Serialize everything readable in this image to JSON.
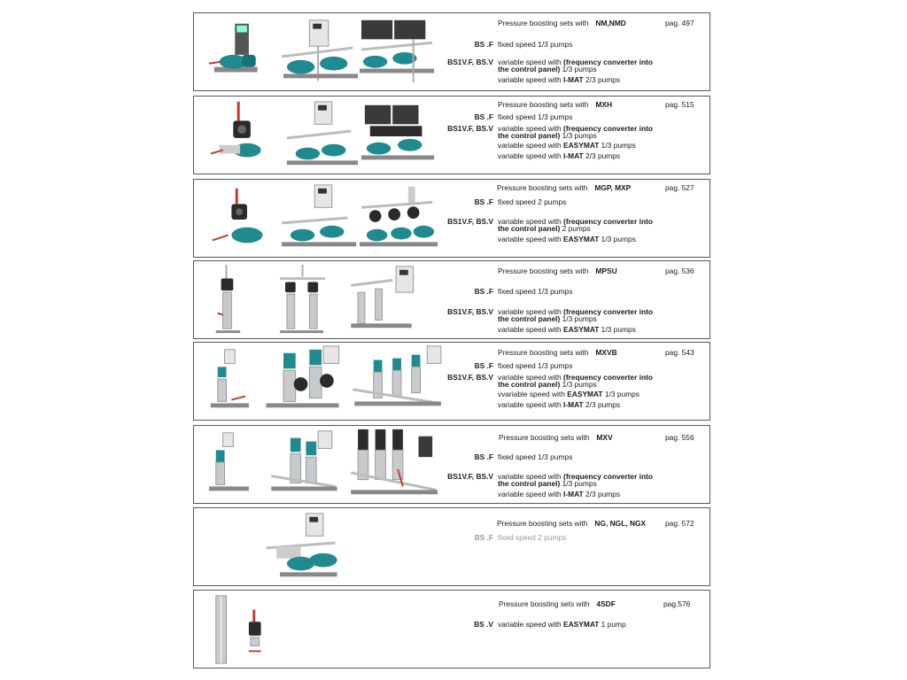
{
  "sections": [
    {
      "prefix": "Pressure boosting sets with",
      "series": "NM,NMD",
      "page": "pag. 497",
      "rows": [
        {
          "code": "BS .F",
          "a": "fixed speed  1/3 pumps",
          "b": "",
          "c": ""
        },
        {
          "code": "BS1V.F, BS.V",
          "a": "variable speed with ",
          "b": "(frequency converter into",
          "c": ""
        },
        {
          "code": "",
          "a": "",
          "b": "the control panel)",
          "c": " 1/3 pumps"
        },
        {
          "code": "",
          "a": "variable speed with ",
          "b": "I-MAT",
          "c": " 2/3 pumps"
        }
      ]
    },
    {
      "prefix": "Pressure boosting sets with",
      "series": "MXH",
      "page": "pag. 515",
      "rows": [
        {
          "code": "BS .F",
          "a": "fixed speed  1/3 pumps",
          "b": "",
          "c": ""
        },
        {
          "code": "BS1V.F, BS.V",
          "a": "variable speed with ",
          "b": "(frequency converter into",
          "c": ""
        },
        {
          "code": "",
          "a": "",
          "b": "the control panel)",
          "c": "  1/3 pumps"
        },
        {
          "code": "",
          "a": "variable speed with ",
          "b": "EASYMAT",
          "c": "  1/3 pumps"
        },
        {
          "code": "",
          "a": "variable speed with ",
          "b": "I-MAT",
          "c": " 2/3 pumps"
        }
      ]
    },
    {
      "prefix": "Pressure boosting sets with",
      "series": "MGP, MXP",
      "page": "pag. 527",
      "rows": [
        {
          "code": "BS .F",
          "a": "fixed speed  2 pumps",
          "b": "",
          "c": ""
        },
        {
          "code": "BS1V.F, BS.V",
          "a": "variable speed with ",
          "b": "(frequency converter into",
          "c": ""
        },
        {
          "code": "",
          "a": "",
          "b": "the control panel)",
          "c": "  2 pumps"
        },
        {
          "code": "",
          "a": "variable speed with ",
          "b": "EASYMAT",
          "c": "  1/3 pumps"
        }
      ]
    },
    {
      "prefix": "Pressure boosting sets with",
      "series": "MPSU",
      "page": "pag. 536",
      "rows": [
        {
          "code": "BS .F",
          "a": "fixed speed  1/3 pumps",
          "b": "",
          "c": ""
        },
        {
          "code": "BS1V.F, BS.V",
          "a": "variable speed with ",
          "b": "(frequency converter into",
          "c": ""
        },
        {
          "code": "",
          "a": "",
          "b": "the control panel)",
          "c": "  1/3 pumps"
        },
        {
          "code": "",
          "a": "variable speed with ",
          "b": "EASYMAT",
          "c": "  1/3 pumps"
        }
      ]
    },
    {
      "prefix": "Pressure boosting sets with",
      "series": "MXVB",
      "page": "pag. 543",
      "rows": [
        {
          "code": "BS .F",
          "a": "fixed speed  1/3 pumps",
          "b": "",
          "c": ""
        },
        {
          "code": "BS1V.F, BS.V",
          "a": "variable speed with ",
          "b": "(frequency converter into",
          "c": ""
        },
        {
          "code": "",
          "a": "",
          "b": "the control panel)",
          "c": "  1/3 pumps"
        },
        {
          "code": "",
          "a": "vvariable speed with ",
          "b": "EASYMAT",
          "c": "  1/3 pumps"
        },
        {
          "code": "",
          "a": "variable speed with ",
          "b": "I-MAT",
          "c": " 2/3 pumps"
        }
      ]
    },
    {
      "prefix": "Pressure boosting sets with",
      "series": "MXV",
      "page": "pag. 556",
      "rows": [
        {
          "code": "BS .F",
          "a": "fixed speed  1/3 pumps",
          "b": "",
          "c": ""
        },
        {
          "code": "BS1V.F, BS.V",
          "a": "variable speed with ",
          "b": "(frequency converter into",
          "c": ""
        },
        {
          "code": "",
          "a": "",
          "b": "the control panel)",
          "c": " 1/3 pumps"
        },
        {
          "code": "",
          "a": "variable speed with ",
          "b": "I-MAT",
          "c": " 2/3 pumps"
        }
      ]
    },
    {
      "prefix": "Pressure boosting sets with",
      "series": "NG, NGL, NGX",
      "page": "pag. 572",
      "rows": [
        {
          "code": "BS .F",
          "a": "fixed speed  2 pumps",
          "b": "",
          "c": ""
        }
      ]
    },
    {
      "prefix": "Pressure boosting sets with",
      "series": "4SDF",
      "page": "pag.576",
      "rows": [
        {
          "code": "BS .V",
          "a": "variable speed with ",
          "b": "EASYMAT",
          "c": "  1 pump"
        }
      ]
    }
  ],
  "colors": {
    "pump_teal": "#1f8a8f",
    "steel": "#b8bcc0",
    "panel_dark": "#3a3a3a",
    "pipe_red": "#c0392b"
  }
}
